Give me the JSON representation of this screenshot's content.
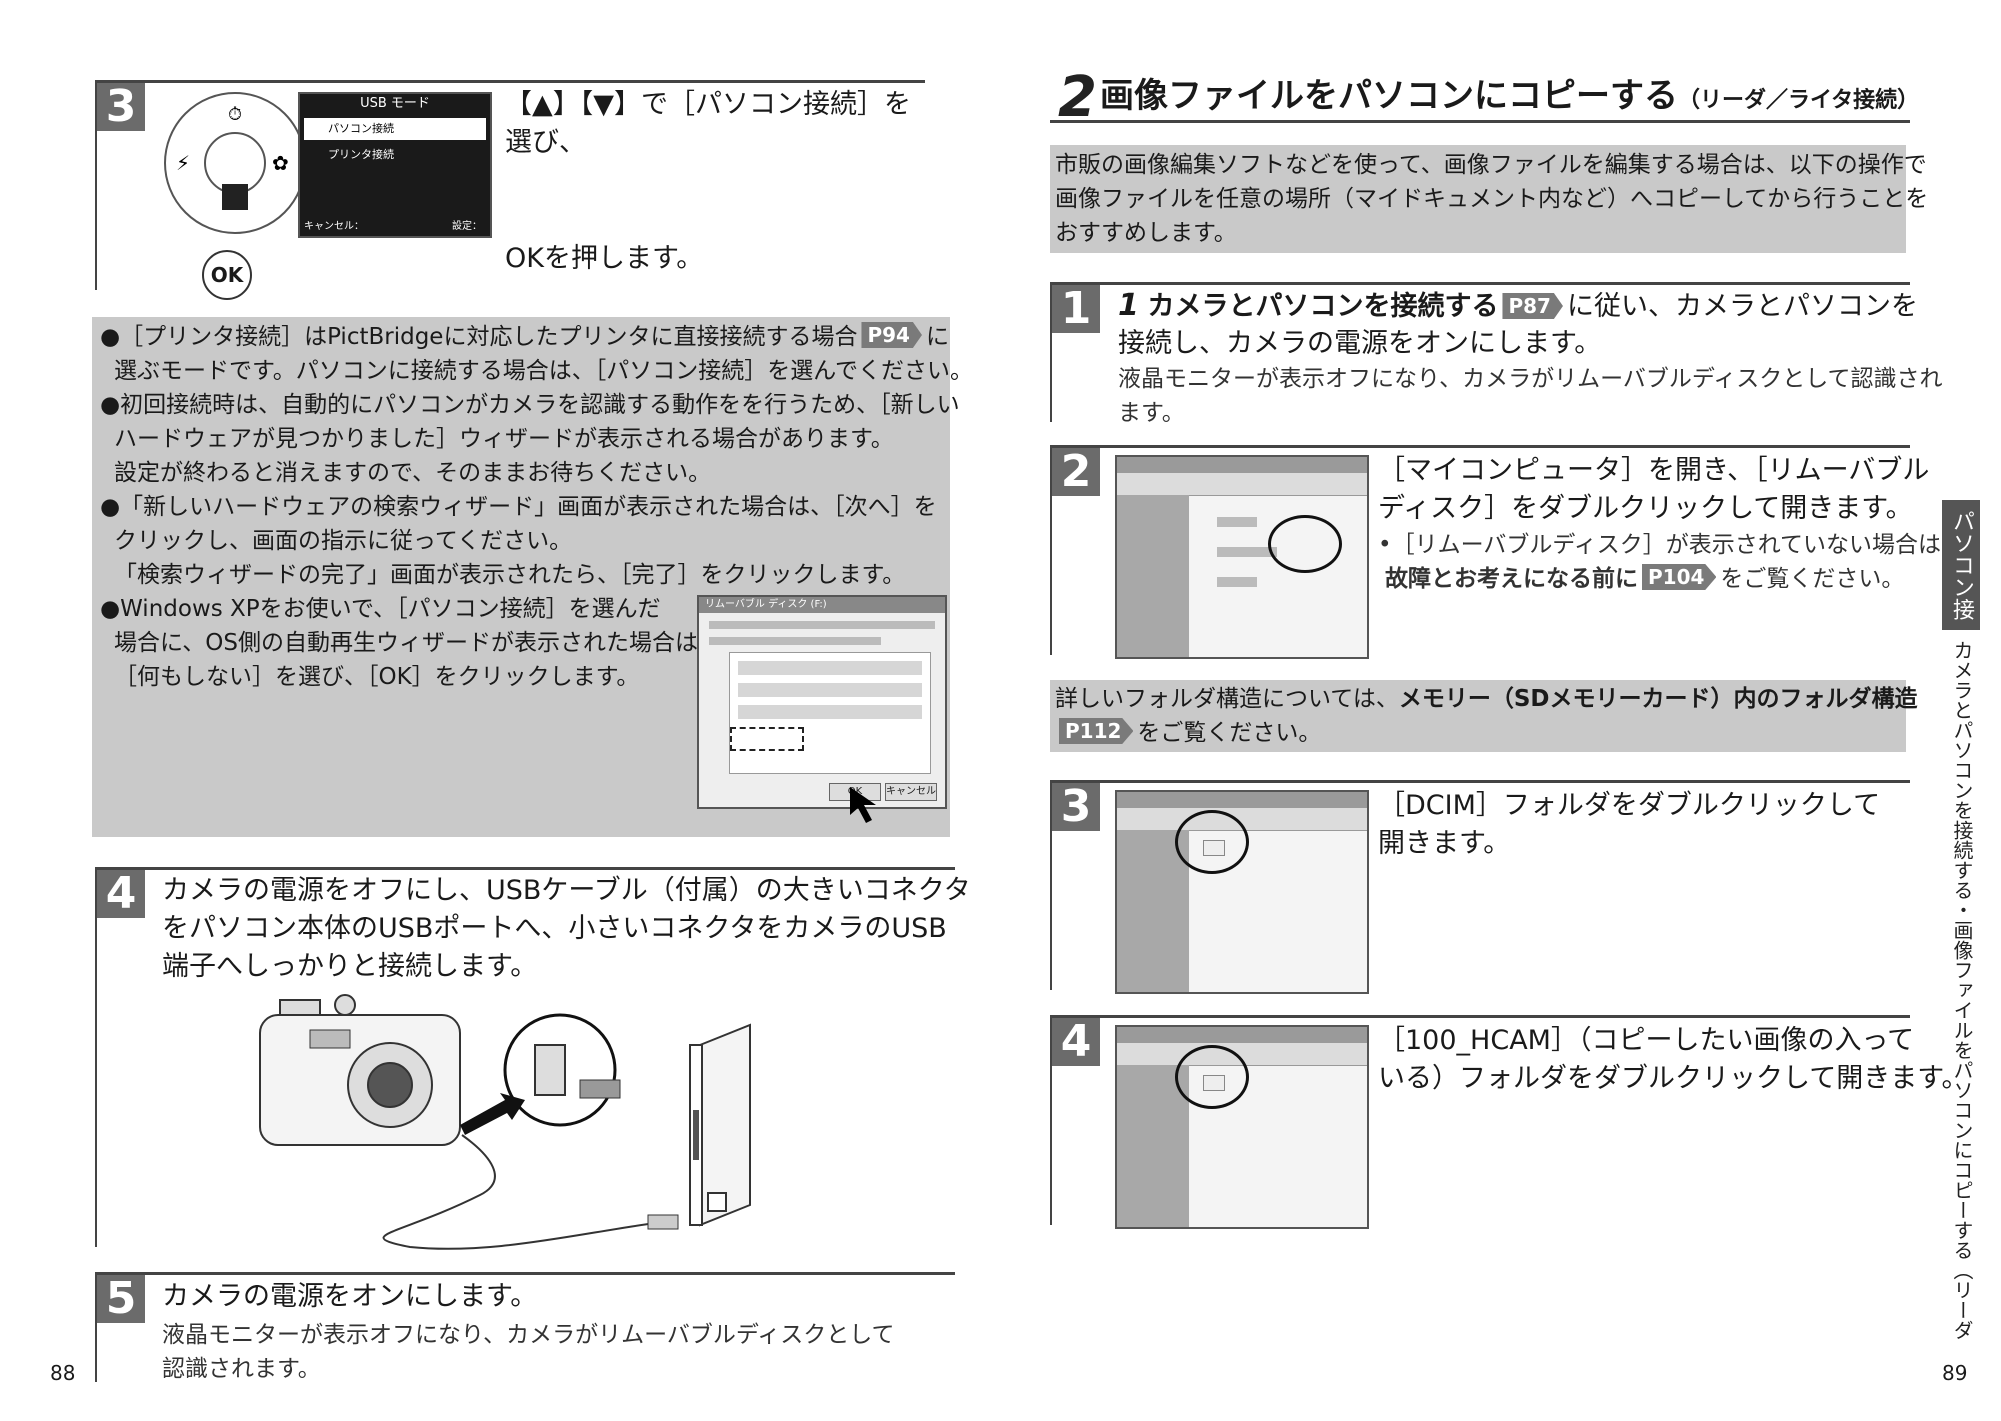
{
  "left_page": {
    "page_number": "88",
    "step3": {
      "num": "3",
      "line1": "【▲】【▼】で［パソコン接続］を",
      "line2": "選び、",
      "line3": "OKを押します。",
      "lcd": {
        "title": "USB モード",
        "opt1": "パソコン接続",
        "opt2": "プリンタ接続",
        "cancel": "キャンセル：",
        "set": "設定："
      },
      "ok_label": "OK"
    },
    "notes": {
      "n1a_pre": "●［プリンタ接続］はPictBridgeに対応したプリンタに直接接続する場合",
      "n1a_ref": "P94",
      "n1a_post": "に",
      "n1b": "選ぶモードです。パソコンに接続する場合は、［パソコン接続］を選んでください。",
      "n2a": "●初回接続時は、自動的にパソコンがカメラを認識する動作をを行うため、［新しい",
      "n2b": "ハードウェアが見つかりました］ウィザードが表示される場合があります。",
      "n2c": "設定が終わると消えますので、そのままお待ちください。",
      "n3a": "●「新しいハードウェアの検索ウィザード」画面が表示された場合は、［次へ］を",
      "n3b": "クリックし、画面の指示に従ってください。",
      "n3c": "「検索ウィザードの完了」画面が表示されたら、［完了］をクリックします。",
      "n4a": "●Windows XPをお使いで、［パソコン接続］を選んだ",
      "n4b": "場合に、OS側の自動再生ウィザードが表示された場合は、",
      "n4c": "［何もしない］を選び、［OK］をクリックします。"
    },
    "dialog": {
      "title": "リムーバブル ディスク (F:)",
      "ok": "OK",
      "cancel": "キャンセル"
    },
    "step4": {
      "num": "4",
      "line1": "カメラの電源をオフにし、USBケーブル（付属）の大きいコネクタ",
      "line2": "をパソコン本体のUSBポートへ、小さいコネクタをカメラのUSB",
      "line3": "端子へしっかりと接続します。"
    },
    "step5": {
      "num": "5",
      "line1": "カメラの電源をオンにします。",
      "line2": "液晶モニターが表示オフになり、カメラがリムーバブルディスクとして",
      "line3": "認識されます。"
    }
  },
  "right_page": {
    "page_number": "89",
    "section": {
      "num": "2",
      "title": "画像ファイルをパソコンにコピーする",
      "subtitle": "（リーダ／ライタ接続）"
    },
    "intro": {
      "line1": "市販の画像編集ソフトなどを使って、画像ファイルを編集する場合は、以下の操作で",
      "line2": "画像ファイルを任意の場所（マイドキュメント内など）へコピーしてから行うことを",
      "line3": "おすすめします。"
    },
    "step1": {
      "num": "1",
      "sub_num": "1",
      "bold": "カメラとパソコンを接続する",
      "ref": "P87",
      "line1_post": "に従い、カメラとパソコンを",
      "line2": "接続し、カメラの電源をオンにします。",
      "line3": "液晶モニターが表示オフになり、カメラがリムーバブルディスクとして認識され",
      "line4": "ます。"
    },
    "step2": {
      "num": "2",
      "line1": "［マイコンピュータ］を開き、［リムーバブル",
      "line2": "ディスク］をダブルクリックして開きます。",
      "note1": "•［リムーバブルディスク］が表示されていない場合は、",
      "note2_bold": "故障とお考えになる前に",
      "note2_ref": "P104",
      "note2_post": "をご覧ください。"
    },
    "folder_note": {
      "pre": "詳しいフォルダ構造については、",
      "bold": "メモリー（SDメモリーカード）内のフォルダ構造",
      "ref": "P112",
      "post": "をご覧ください。"
    },
    "step3": {
      "num": "3",
      "line1": "［DCIM］フォルダをダブルクリックして",
      "line2": "開きます。"
    },
    "step4": {
      "num": "4",
      "line1": "［100_HCAM］（コピーしたい画像の入って",
      "line2": "いる）フォルダをダブルクリックして開きます。"
    },
    "side_tab": {
      "label": "パソコン接続編",
      "running": "カメラとパソコンを接続する・画像ファイルをパソコンにコピーする（リーダ／ライタ接続）"
    }
  }
}
